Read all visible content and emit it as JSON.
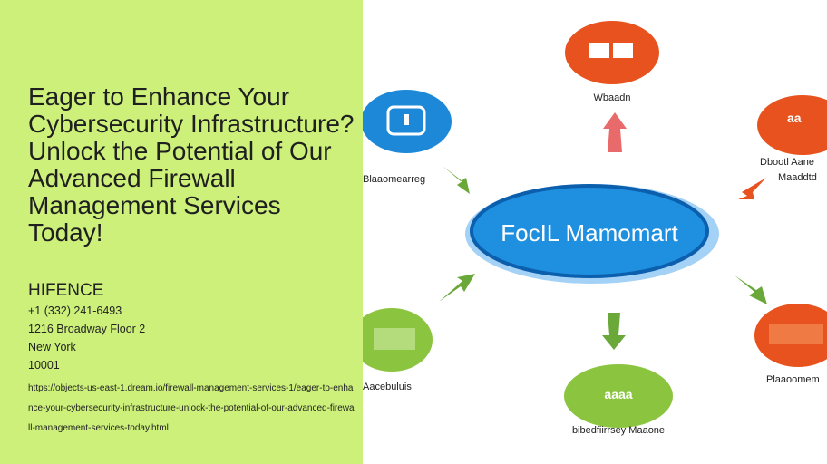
{
  "left_panel": {
    "title": "Eager to Enhance Your Cybersecurity Infrastructure? Unlock the Potential of Our Advanced Firewall Management Services Today!",
    "company": "HIFENCE",
    "phone": "+1 (332) 241-6493",
    "address": "1216 Broadway Floor 2",
    "city": "New York",
    "zip": "10001",
    "url": "https://objects-us-east-1.dream.io/firewall-management-services-1/eager-to-enhance-your-cybersecurity-infrastructure-unlock-the-potential-of-our-advanced-firewall-management-services-today.html"
  },
  "diagram": {
    "center_label": "FocIL Mamomart",
    "node_labels": {
      "top": "Wbaadn",
      "top_right_1": "Dbootl Aane",
      "top_right_2": "Maaddtd",
      "left": "Blaaomearreg",
      "bottom_left": "Aacebuluis",
      "bottom": "bibedfiirrsey Maaone",
      "bottom_right": "Plaaoomem",
      "orange_right": "aa",
      "green_bottom": "aaaa"
    }
  },
  "colors": {
    "left_bg": "#ccf07a",
    "center_blue": "#1f8fe0",
    "node_orange": "#e8521e",
    "node_green": "#8bc540",
    "node_blue": "#1e88d8",
    "arrow_green": "#6ba83a"
  }
}
